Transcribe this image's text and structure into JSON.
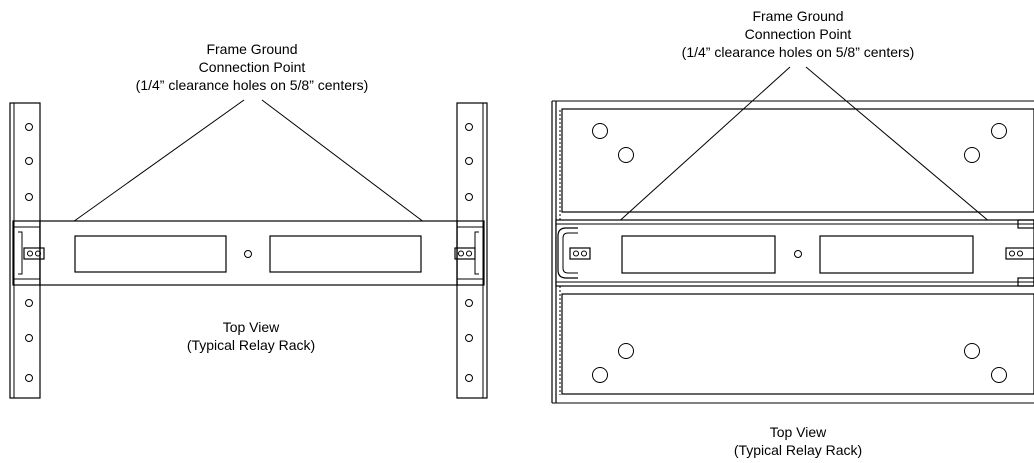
{
  "left_view": {
    "callout": {
      "line1": "Frame Ground",
      "line2": "Connection Point",
      "line3": "(1/4” clearance holes on 5/8” centers)"
    },
    "caption": {
      "line1": "Top View",
      "line2": "(Typical Relay Rack)"
    }
  },
  "right_view": {
    "callout": {
      "line1": "Frame Ground",
      "line2": "Connection Point",
      "line3": "(1/4” clearance holes on 5/8” centers)"
    },
    "caption": {
      "line1": "Top View",
      "line2": "(Typical Relay Rack)"
    }
  }
}
